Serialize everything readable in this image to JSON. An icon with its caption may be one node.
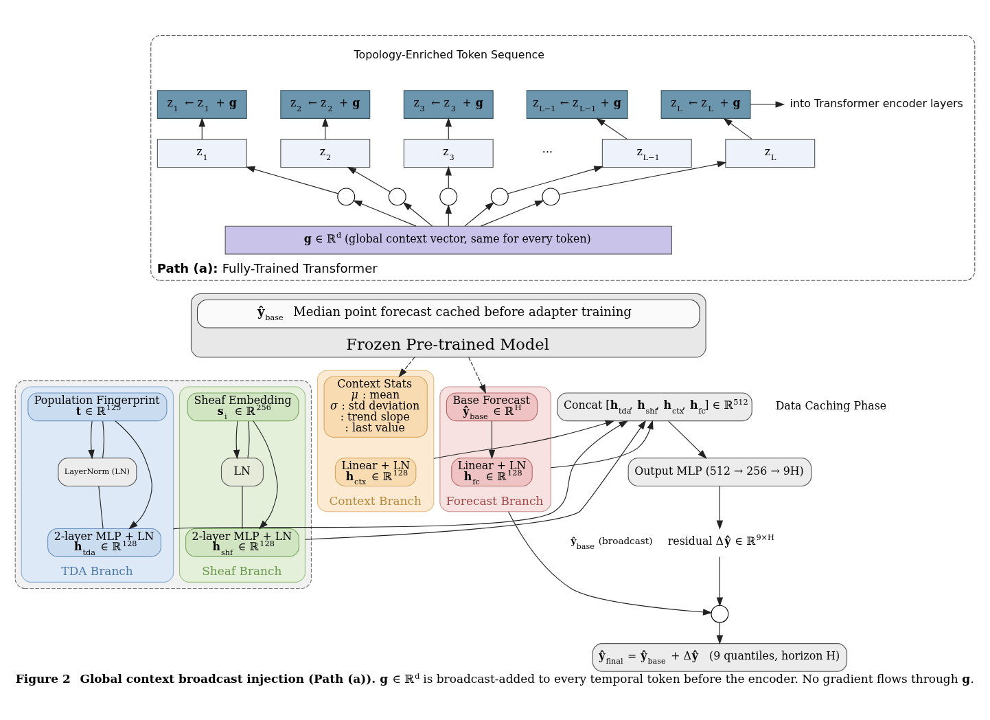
{
  "diagram": {
    "caption": "**Figure 2**  **Global context broadcast injection (Path (a)).** **g** ∈ ℝ$^{d}$ is broadcast-added to every temporal token before the encoder. No gradient flows through **g**.",
    "nodes": [
      {
        "text": [
          "**Path (a):** Fully-Trained Transformer"
        ]
      },
      {
        "text": [
          "z$_{1}$ ← z$_{1}$ + **g**"
        ],
        "in": 0
      },
      {
        "text": [
          "z$_{2}$ ← z$_{2}$ + **g**"
        ],
        "in": 0
      },
      {
        "text": [
          "z$_{3}$ ← z$_{3}$ + **g**"
        ],
        "in": 0
      },
      {
        "text": [
          "z$_{L−1}$ ← z$_{L−1}$ + **g**"
        ],
        "in": 0
      },
      {
        "text": [
          "z$_{L}$ ← z$_{L}$ + **g**"
        ],
        "in": 0
      },
      {
        "text": [
          "z$_{1}$"
        ],
        "in": 0
      },
      {
        "text": [
          "z$_{2}$"
        ],
        "in": 0
      },
      {
        "text": [
          "z$_{3}$"
        ],
        "in": 0
      },
      {
        "text": [
          "z$_{L−1}$"
        ],
        "in": 0
      },
      {
        "text": [
          "z$_{L}$"
        ],
        "in": 0
      },
      {
        "text": [],
        "shape": "circle",
        "in": 0
      },
      {
        "text": [],
        "shape": "circle",
        "in": 0
      },
      {
        "text": [],
        "shape": "circle",
        "in": 0
      },
      {
        "text": [],
        "shape": "circle",
        "in": 0
      },
      {
        "text": [],
        "shape": "circle",
        "in": 0
      },
      {
        "text": [
          "**g** ∈ ℝ$^{d}$ (global context vector, same for every token)"
        ],
        "in": 0
      },
      {
        "text": [
          "into Transformer encoder layers"
        ],
        "in": 0
      },
      {
        "text": [
          "Frozen Pre-trained Model"
        ]
      },
      {
        "text": [
          "**ŷ**$_{base}$  Median point forecast cached before adapter training"
        ],
        "in": 18
      },
      {
        "text": [],
        "shape": "box"
      },
      {
        "text": [
          "TDA Branch"
        ],
        "in": 20
      },
      {
        "text": [
          "Population Fingerprint",
          "**t** ∈ ℝ$^{125}$"
        ],
        "in": 21
      },
      {
        "text": [
          "LayerNorm (LN)"
        ],
        "in": 21
      },
      {
        "text": [
          "2-layer MLP + LN",
          "**h**$_{tda}$ ∈ ℝ$^{128}$"
        ],
        "in": 21
      },
      {
        "text": [
          "Sheaf Branch"
        ],
        "in": 20
      },
      {
        "text": [
          "Sheaf Embedding",
          "**s**$_{i}$ ∈ ℝ$^{256}$"
        ],
        "in": 25
      },
      {
        "text": [
          "LN"
        ],
        "in": 25
      },
      {
        "text": [
          "2-layer MLP + LN",
          "**h**$_{shf}$ ∈ ℝ$^{128}$"
        ],
        "in": 25
      },
      {
        "text": [
          "Context Branch"
        ]
      },
      {
        "text": [
          "Context Stats",
          "*μ* : mean",
          "*σ* : std deviation",
          ": trend slope",
          ": last value"
        ],
        "in": 29
      },
      {
        "text": [
          "Linear + LN",
          "**h**$_{ctx}$ ∈ ℝ$^{128}$"
        ],
        "in": 29
      },
      {
        "text": [
          "Forecast Branch"
        ]
      },
      {
        "text": [
          "Base Forecast",
          "**ŷ**$_{base}$ ∈ ℝ$^{H}$"
        ],
        "in": 32
      },
      {
        "text": [
          "Linear + LN",
          "**h**$_{fc}$ ∈ ℝ$^{128}$"
        ],
        "in": 32
      },
      {
        "text": [
          "Concat [**h**$_{tda}$, **h**$_{shf}$, **h**$_{ctx}$, **h**$_{fc}$] ∈ ℝ$^{512}$"
        ]
      },
      {
        "text": [
          "Output MLP (512 → 256 → 9H)"
        ]
      },
      {
        "text": [
          "residual Δ**ŷ** ∈ ℝ$^{9×H}$"
        ]
      },
      {
        "text": [],
        "shape": "circle"
      },
      {
        "text": [
          "**ŷ**$_{final}$ = **ŷ**$_{base}$ + Δ**ŷ**   (9 quantiles, horizon H)"
        ]
      }
    ],
    "edges": [
      {
        "from": 16,
        "to": 11,
        "arrow": "to"
      },
      {
        "from": 16,
        "to": 12,
        "arrow": "to"
      },
      {
        "from": 16,
        "to": 13,
        "arrow": "to"
      },
      {
        "from": 16,
        "to": 14,
        "arrow": "to"
      },
      {
        "from": 16,
        "to": 15,
        "arrow": "to"
      },
      {
        "from": 11,
        "to": 6,
        "arrow": "to"
      },
      {
        "from": 12,
        "to": 7,
        "arrow": "to"
      },
      {
        "from": 13,
        "to": 8,
        "arrow": "to"
      },
      {
        "from": 14,
        "to": 9,
        "arrow": "to"
      },
      {
        "from": 15,
        "to": 10,
        "arrow": "to"
      },
      {
        "from": 6,
        "to": 1,
        "arrow": "to"
      },
      {
        "from": 7,
        "to": 2,
        "arrow": "to"
      },
      {
        "from": 8,
        "to": 3,
        "arrow": "to"
      },
      {
        "from": 9,
        "to": 4,
        "arrow": "to"
      },
      {
        "from": 10,
        "to": 5,
        "arrow": "to"
      },
      {
        "from": 5,
        "to": 17,
        "arrow": "to"
      },
      {
        "from": 18,
        "to": 30,
        "arrow": "to",
        "style": "dashed"
      },
      {
        "from": 18,
        "to": 33,
        "arrow": "to",
        "style": "dashed"
      },
      {
        "from": 22,
        "to": 24,
        "arrow": "to"
      },
      {
        "from": 22,
        "to": 23,
        "arrow": "to"
      },
      {
        "from": 22,
        "to": 23,
        "arrow": "none"
      },
      {
        "from": 23,
        "to": 24,
        "arrow": "none"
      },
      {
        "from": 26,
        "to": 28,
        "arrow": "to"
      },
      {
        "from": 26,
        "to": 27,
        "arrow": "to"
      },
      {
        "from": 26,
        "to": 27,
        "arrow": "none"
      },
      {
        "from": 27,
        "to": 28,
        "arrow": "none"
      },
      {
        "from": 33,
        "to": 34,
        "arrow": "to"
      },
      {
        "from": 21,
        "to": 35,
        "arrow": "to"
      },
      {
        "from": 25,
        "to": 35,
        "arrow": "to"
      },
      {
        "from": 29,
        "to": 35,
        "arrow": "to"
      },
      {
        "from": 32,
        "to": 35,
        "arrow": "to"
      },
      {
        "from": 32,
        "to": 38,
        "arrow": "to",
        "label": "**ŷ**$_{base}$ (broadcast)"
      },
      {
        "from": 35,
        "to": 36,
        "arrow": "to"
      },
      {
        "from": 36,
        "to": 37,
        "arrow": "to"
      },
      {
        "from": 37,
        "to": 38,
        "arrow": "to"
      },
      {
        "from": 38,
        "to": 39,
        "arrow": "to"
      }
    ],
    "labels": [
      "Topology-Enriched Token Sequence",
      "···",
      "Data Caching Phase"
    ]
  }
}
